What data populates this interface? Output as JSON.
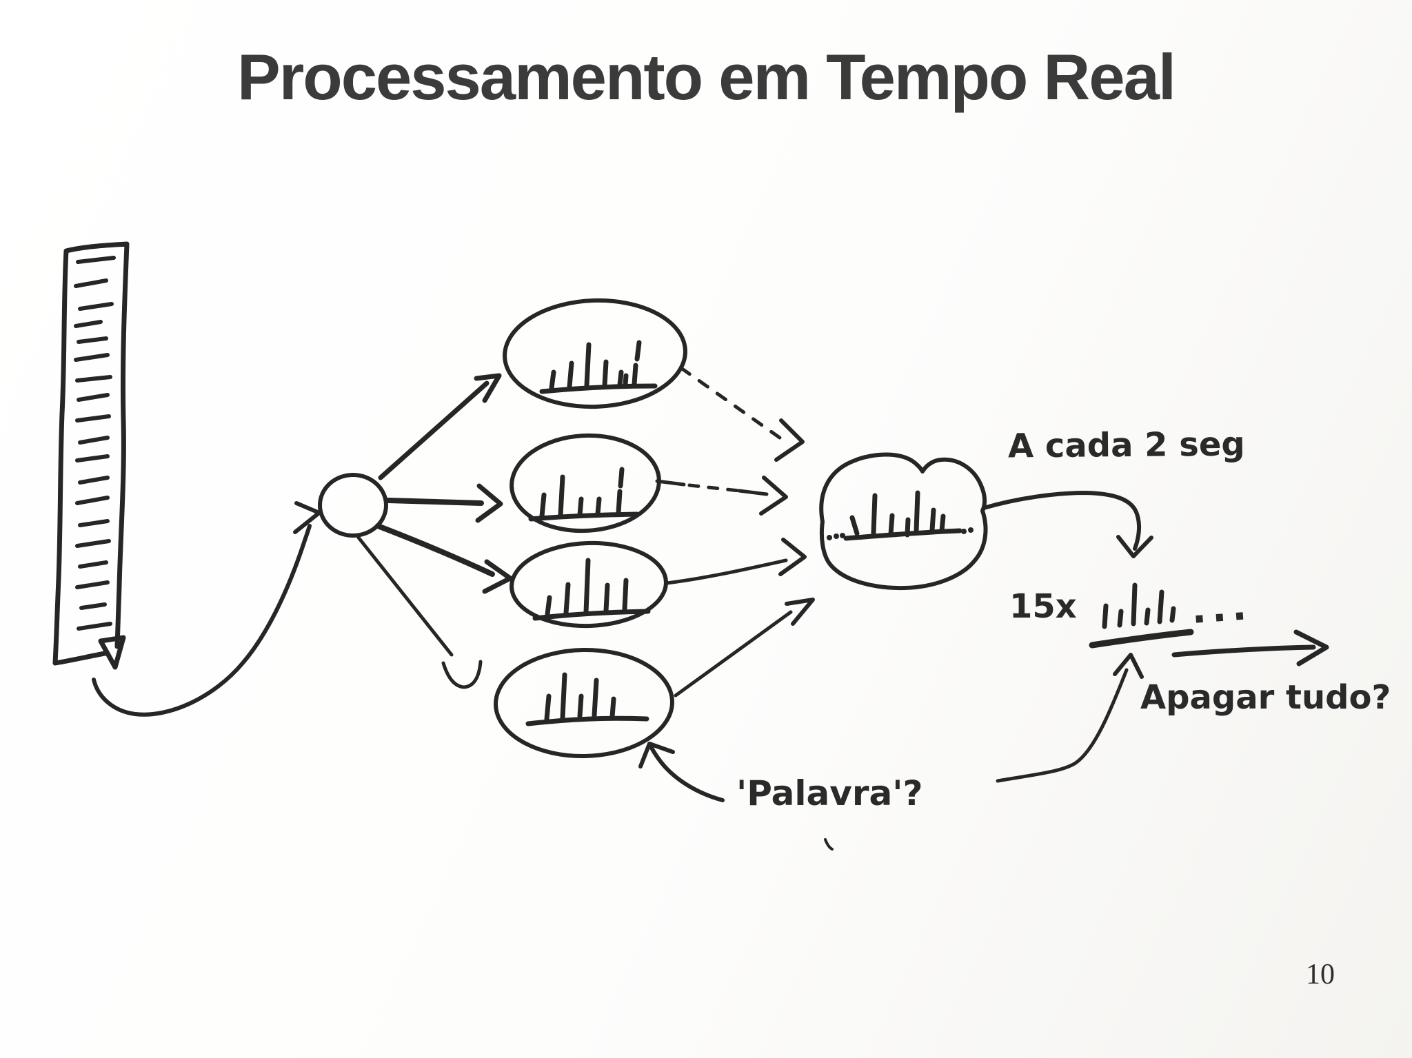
{
  "slide": {
    "title": "Processamento em Tempo Real",
    "page_number": "10"
  },
  "annotations": {
    "every_2_sec": "A cada 2 seg",
    "repeat_count": "15x",
    "erase_all": "Apagar tudo?",
    "word": "'Palavra'?",
    "ellipsis": "..."
  },
  "colors": {
    "ink": "#262626",
    "title_text": "#3b3b3b",
    "background": "#fdfdfc"
  },
  "diagram": {
    "style": "hand-drawn sketch",
    "icons": [
      "paper-tape-icon",
      "dispatcher-node-icon",
      "histogram-ellipse-icon",
      "histogram-ellipse-icon",
      "histogram-ellipse-icon",
      "histogram-ellipse-icon",
      "cloud-histogram-icon",
      "output-histogram-icon"
    ],
    "flow": [
      "paper-tape -> dispatcher-node",
      "dispatcher-node -> histogram-ellipse-1",
      "dispatcher-node -> histogram-ellipse-2",
      "dispatcher-node -> histogram-ellipse-3",
      "dispatcher-node -> histogram-ellipse-4",
      "histogram-ellipse-1 -> cloud-histogram",
      "histogram-ellipse-2 -> cloud-histogram",
      "histogram-ellipse-3 -> cloud-histogram",
      "histogram-ellipse-4 -> cloud-histogram",
      "cloud-histogram -> output-histogram (A cada 2 seg)",
      "word-label -> histogram-ellipse-4",
      "word-label -> output-histogram",
      "output-histogram -> right (Apagar tudo?)"
    ]
  }
}
